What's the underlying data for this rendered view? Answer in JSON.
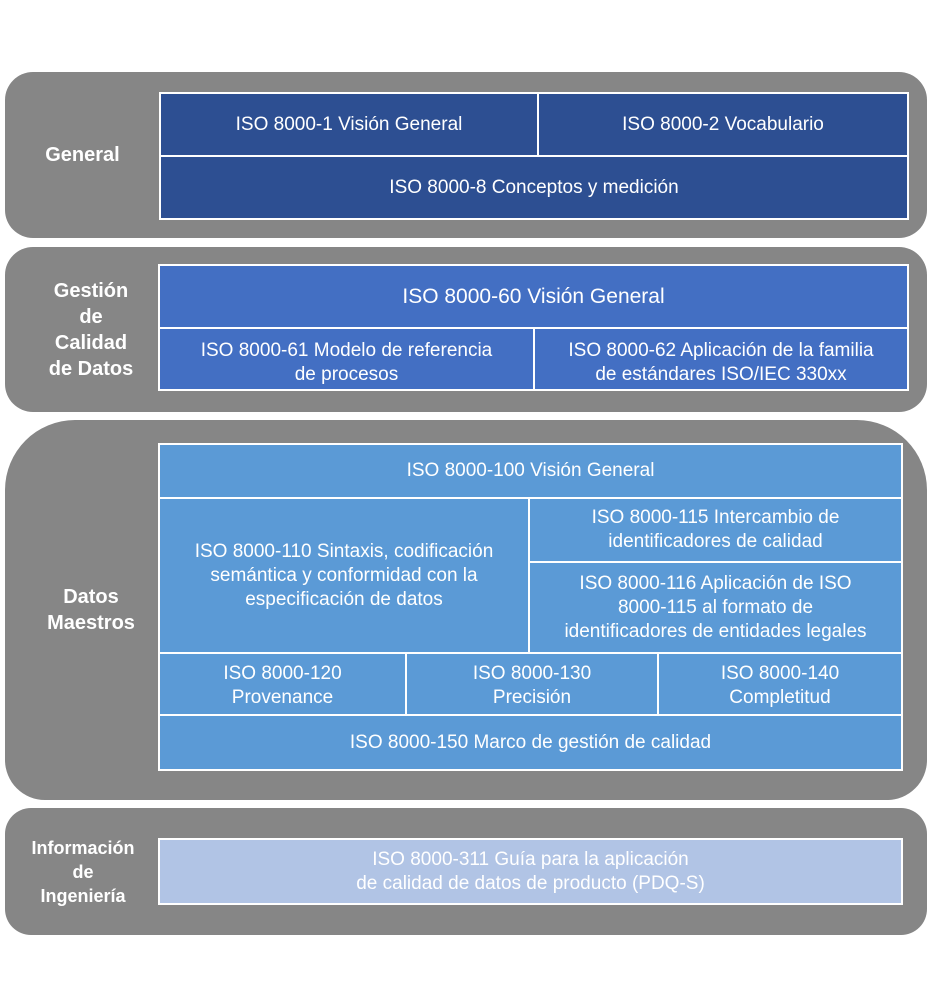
{
  "groups": {
    "general": {
      "label": [
        "General"
      ],
      "boxes": {
        "iso_8000_1": [
          "ISO 8000-1 Visión General"
        ],
        "iso_8000_2": [
          "ISO 8000-2 Vocabulario"
        ],
        "iso_8000_8": [
          "ISO 8000-8 Conceptos y medición"
        ]
      }
    },
    "gestion": {
      "label": [
        "Gestión",
        "de",
        "Calidad",
        "de Datos"
      ],
      "boxes": {
        "iso_8000_60": [
          "ISO 8000-60 Visión General"
        ],
        "iso_8000_61": [
          "ISO 8000-61 Modelo de referencia",
          "de procesos"
        ],
        "iso_8000_62": [
          "ISO 8000-62 Aplicación de la familia",
          "de estándares ISO/IEC 330xx"
        ]
      }
    },
    "datos_maestros": {
      "label": [
        "Datos",
        "Maestros"
      ],
      "boxes": {
        "iso_8000_100": [
          "ISO 8000-100 Visión General"
        ],
        "iso_8000_110": [
          "ISO 8000-110 Sintaxis, codificación",
          "semántica y conformidad con la",
          "especificación de datos"
        ],
        "iso_8000_115": [
          "ISO 8000-115 Intercambio de",
          "identificadores de calidad"
        ],
        "iso_8000_116": [
          "ISO 8000-116 Aplicación de ISO",
          "8000-115 al formato de",
          "identificadores de entidades legales"
        ],
        "iso_8000_120": [
          "ISO 8000-120",
          "Provenance"
        ],
        "iso_8000_130": [
          "ISO 8000-130",
          "Precisión"
        ],
        "iso_8000_140": [
          "ISO 8000-140",
          "Completitud"
        ],
        "iso_8000_150": [
          "ISO 8000-150 Marco de gestión de calidad"
        ]
      }
    },
    "ingenieria": {
      "label": [
        "Información",
        "de",
        "Ingeniería"
      ],
      "boxes": {
        "iso_8000_311": [
          "ISO 8000-311 Guía para la aplicación",
          "de calidad de datos de producto (PDQ-S)"
        ]
      }
    }
  },
  "colors": {
    "group_background": "#868686",
    "general_boxes": "#2d4f92",
    "gestion_boxes": "#436fc3",
    "datos_maestros_boxes": "#5b9ad6",
    "ingenieria_boxes": "#b1c4e5",
    "border": "#ffffff"
  }
}
